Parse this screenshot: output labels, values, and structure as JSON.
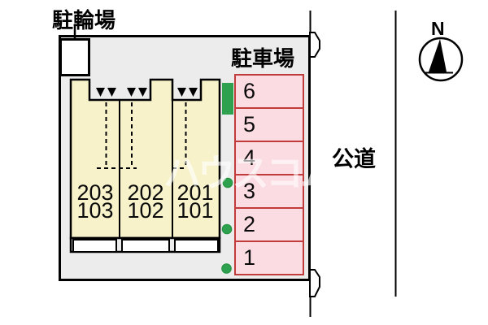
{
  "site": {
    "bicycle_parking_label": "駐輪場",
    "parking_label": "駐車場",
    "road_label": "公道",
    "compass_north_label": "N"
  },
  "building": {
    "units": [
      {
        "upper": "203",
        "lower": "103"
      },
      {
        "upper": "202",
        "lower": "102"
      },
      {
        "upper": "201",
        "lower": "101"
      }
    ]
  },
  "parking": {
    "spaces": [
      "6",
      "5",
      "4",
      "3",
      "2",
      "1"
    ]
  },
  "watermark": "ハウスコム",
  "colors": {
    "site_fill": "#ececec",
    "building_fill": "#f7f2ca",
    "balcony_fill": "#ffffff",
    "parking_space_fill": "#fbdce3",
    "parking_space_border": "#c23b3b",
    "accent_green": "#2da14d",
    "outline": "#000000"
  }
}
